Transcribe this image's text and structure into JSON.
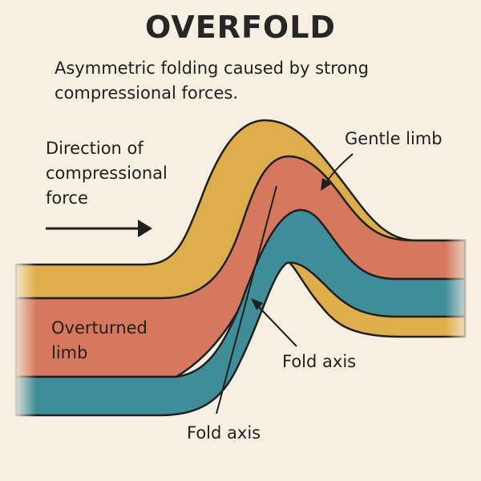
{
  "title": "OVERFOLD",
  "subtitle": "Asymmetric folding caused by strong compressional forces.",
  "labels": {
    "force": "Direction of compressional force",
    "gentle_limb": "Gentle limb",
    "overturned_limb": "Overturned limb",
    "fold_axis_right": "Fold axis",
    "fold_axis_bottom": "Fold axis"
  },
  "colors": {
    "background": "#f6efe2",
    "yellow_layer": "#dfae4c",
    "orange_layer": "#d6785d",
    "teal_layer": "#3f8d98",
    "outline": "#1f1f1f"
  },
  "icons": {
    "force_arrow": "arrow-right-icon"
  }
}
